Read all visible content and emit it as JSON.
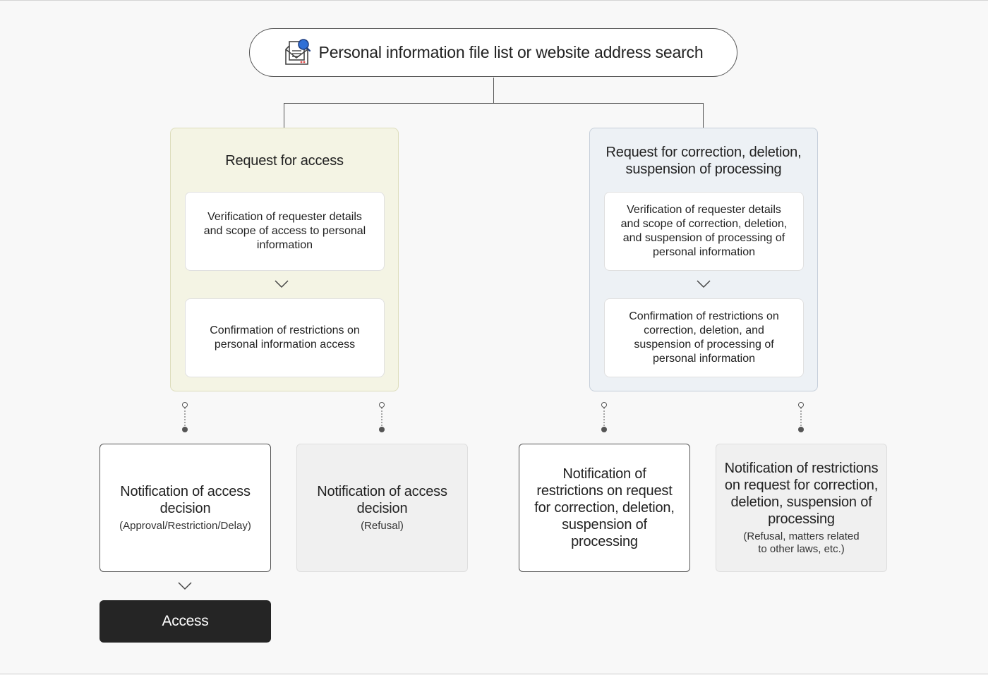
{
  "search": {
    "title": "Personal information file list or website address search",
    "icon": "document-search-icon"
  },
  "access_panel": {
    "title": "Request for access",
    "step1": "Verification of requester details and scope of access to personal information",
    "step2": "Confirmation of restrictions on personal information access"
  },
  "correction_panel": {
    "title_line1": "Request for correction, deletion,",
    "title_line2": "suspension of processing",
    "step1": "Verification of requester details and scope of correction, deletion, and suspension of processing of personal information",
    "step2": "Confirmation of restrictions on correction, deletion, and suspension of processing of personal information"
  },
  "outcomes": {
    "access_decision": {
      "title": "Notification of access decision",
      "note": "(Approval/Restriction/Delay)"
    },
    "access_refusal": {
      "title": "Notification of access decision",
      "note": "(Refusal)"
    },
    "correction_notice": {
      "title": "Notification of restrictions on request for correction, deletion, suspension of processing"
    },
    "correction_refusal": {
      "title": "Notification of restrictions on request for correction, deletion, suspension of processing",
      "note_line1": "(Refusal, matters related",
      "note_line2": "to other laws, etc.)"
    }
  },
  "final": {
    "access_label": "Access"
  },
  "colors": {
    "access_panel_bg": "#f4f4e4",
    "correction_panel_bg": "#edf1f5",
    "access_button_bg": "#252525",
    "icon_accent": "#2f6fd6"
  }
}
